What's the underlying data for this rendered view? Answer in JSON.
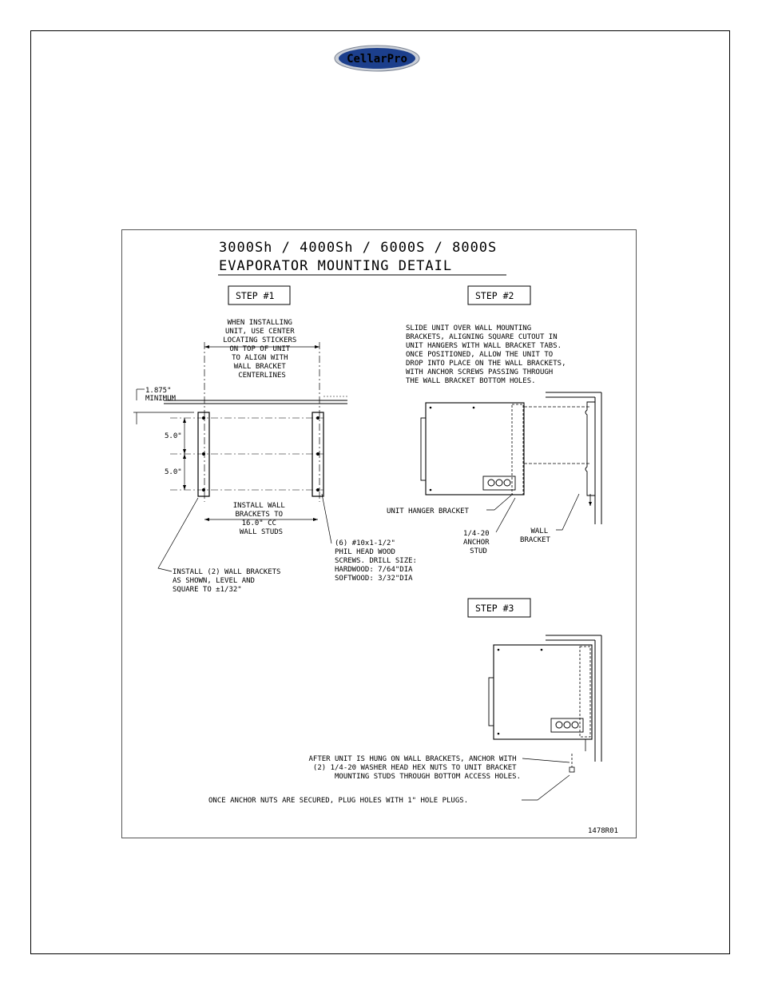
{
  "logo": {
    "text": "CellarPro"
  },
  "title": {
    "line1": "3000Sh / 4000Sh / 6000S / 8000S",
    "line2": "EVAPORATOR MOUNTING DETAIL"
  },
  "steps": {
    "step1": "STEP #1",
    "step2": "STEP #2",
    "step3": "STEP #3"
  },
  "step1_notes": {
    "stickers": [
      "WHEN INSTALLING",
      "UNIT, USE CENTER",
      "LOCATING STICKERS",
      "ON TOP OF UNIT",
      "TO ALIGN WITH",
      "WALL BRACKET",
      "CENTERLINES"
    ],
    "minimum": [
      "1.875\"",
      "MINIMUM"
    ],
    "dim1": "5.0\"",
    "dim2": "5.0\"",
    "install_brackets": [
      "INSTALL WALL",
      "BRACKETS TO",
      "16.0\" CC",
      "WALL STUDS"
    ],
    "screws": [
      "(6) #10x1-1/2\"",
      "PHIL HEAD WOOD",
      "SCREWS. DRILL SIZE:",
      "HARDWOOD: 7/64\"DIA",
      "SOFTWOOD: 3/32\"DIA"
    ],
    "level": [
      "INSTALL (2) WALL BRACKETS",
      "AS SHOWN, LEVEL AND",
      "SQUARE TO ±1/32\""
    ]
  },
  "step2_notes": {
    "slide": [
      "SLIDE UNIT OVER WALL MOUNTING",
      "BRACKETS, ALIGNING SQUARE CUTOUT IN",
      "UNIT HANGERS WITH WALL BRACKET TABS.",
      "ONCE POSITIONED, ALLOW THE UNIT TO",
      "DROP INTO PLACE ON THE WALL BRACKETS,",
      "WITH ANCHOR SCREWS PASSING THROUGH",
      "THE WALL BRACKET BOTTOM HOLES."
    ],
    "hanger": "UNIT HANGER BRACKET",
    "anchor": [
      "1/4-20",
      "ANCHOR",
      "STUD"
    ],
    "wall_bracket": [
      "WALL",
      "BRACKET"
    ]
  },
  "step3_notes": {
    "after": [
      "AFTER UNIT IS HUNG ON WALL BRACKETS, ANCHOR WITH",
      "(2) 1/4-20 WASHER HEAD HEX NUTS TO UNIT BRACKET",
      "MOUNTING STUDS THROUGH BOTTOM ACCESS HOLES."
    ],
    "plug": "ONCE ANCHOR NUTS ARE SECURED, PLUG HOLES WITH 1\" HOLE PLUGS."
  },
  "drawing_number": "1478R01"
}
